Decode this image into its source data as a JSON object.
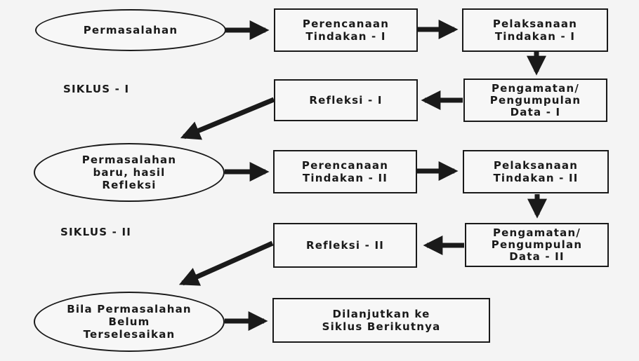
{
  "nodes": {
    "problem1": "Permasalahan",
    "plan1": "Perencanaan\nTindakan - I",
    "action1": "Pelaksanaan\nTindakan - I",
    "observe1": "Pengamatan/\nPengumpulan\nData - I",
    "reflect1": "Refleksi - I",
    "problem2": "Permasalahan\nbaru, hasil\nRefleksi",
    "plan2": "Perencanaan\nTindakan - II",
    "action2": "Pelaksanaan\nTindakan - II",
    "observe2": "Pengamatan/\nPengumpulan\nData - II",
    "reflect2": "Refleksi - II",
    "unresolved": "Bila Permasalahan\nBelum\nTerselesaikan",
    "next_cycle": "Dilanjutkan ke\nSiklus Berikutnya"
  },
  "labels": {
    "cycle1": "SIKLUS - I",
    "cycle2": "SIKLUS - II"
  },
  "colors": {
    "stroke": "#1a1a1a",
    "fill": "#f7f7f7",
    "background": "#f4f4f4"
  }
}
